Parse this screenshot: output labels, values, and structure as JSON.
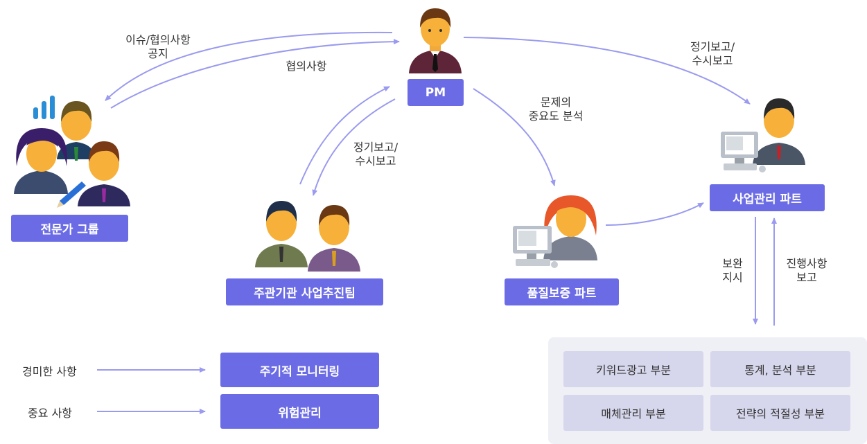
{
  "boxes": {
    "pm": "PM",
    "expert_group": "전문가 그룹",
    "host_team": "주관기관 사업추진팀",
    "qa_part": "품질보증 파트",
    "biz_part": "사업관리 파트"
  },
  "arrow_labels": {
    "issue_notice": "이슈/협의사항\n공지",
    "agreement": "협의사항",
    "report_host": "정기보고/\n수시보고",
    "importance": "문제의\n중요도 분석",
    "report_biz": "정기보고/\n수시보고",
    "supplement": "보완\n지시",
    "progress": "진행사항\n보고"
  },
  "legend": {
    "minor_label": "경미한 사항",
    "minor_box": "주기적 모니터링",
    "major_label": "중요 사항",
    "major_box": "위험관리"
  },
  "sub_parts": [
    "키워드광고 부분",
    "통계, 분석 부분",
    "매체관리 부분",
    "전략의 적절성 부분"
  ],
  "colors": {
    "accent": "#6b6be6",
    "arrow": "#9a9af0",
    "sub_box": "#d6d6ec",
    "panel": "#efeff6"
  }
}
